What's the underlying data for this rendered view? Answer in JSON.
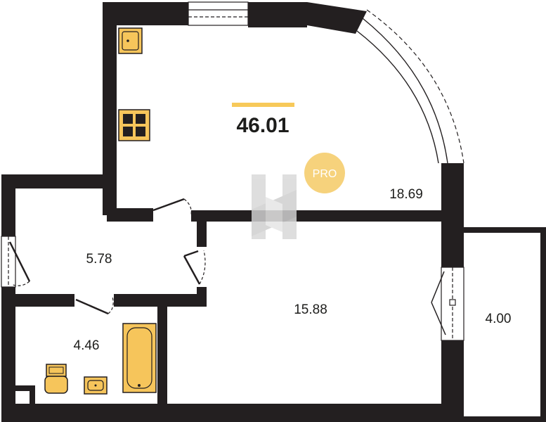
{
  "plan": {
    "total_area": "46.01",
    "badge": "PRO",
    "rooms": {
      "living_kitchen": "18.69",
      "hall": "5.78",
      "bedroom": "15.88",
      "bathroom": "4.46",
      "balcony": "4.00"
    }
  },
  "colors": {
    "wall": "#231f20",
    "accent": "#f7c95a",
    "fixture": "#f6c55b",
    "badge": "#f6d27c",
    "logo": "#d9d9d9"
  }
}
